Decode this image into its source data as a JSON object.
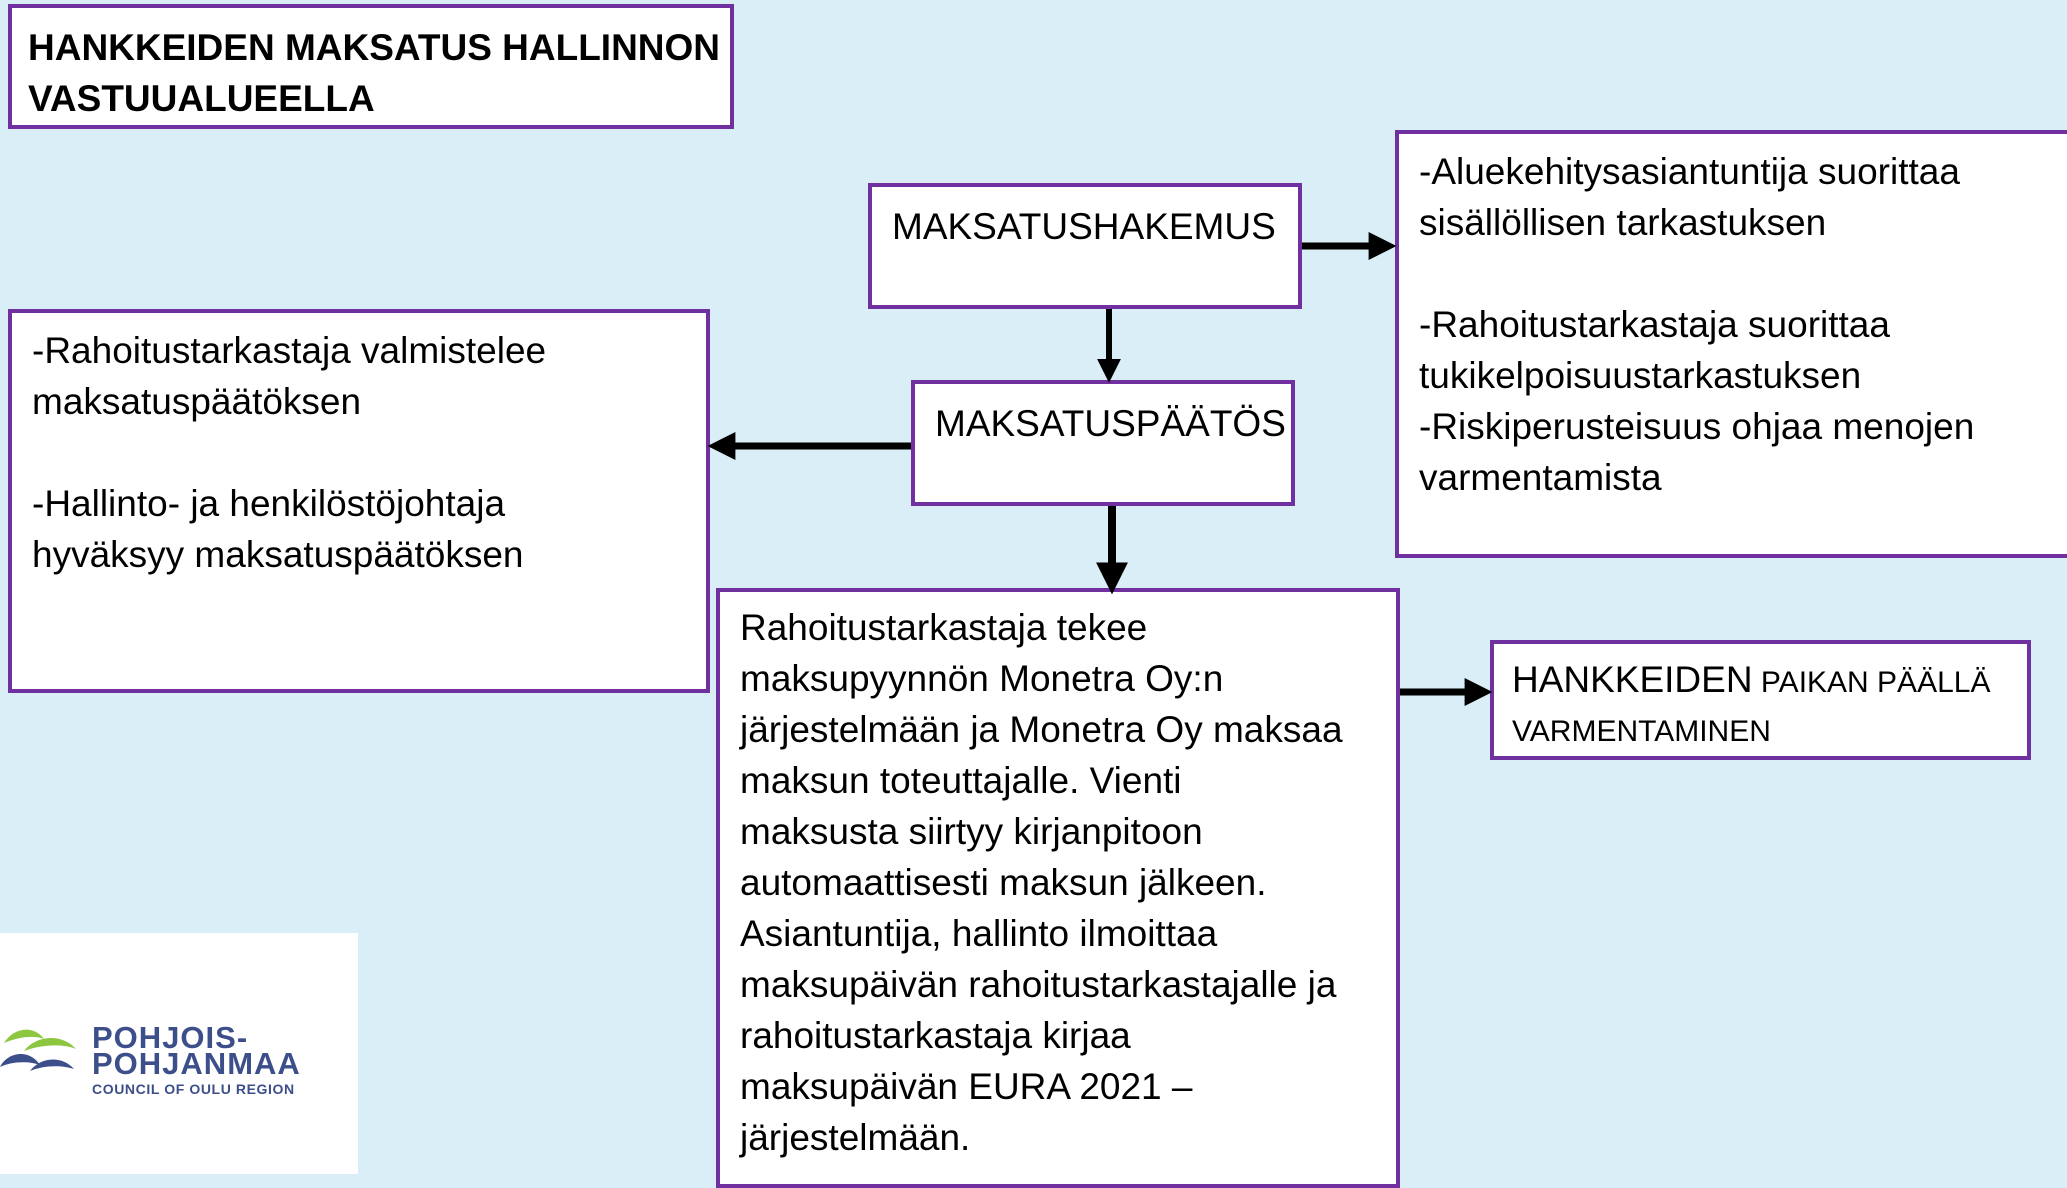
{
  "title": {
    "line1": "HANKKEIDEN MAKSATUS HALLINNON",
    "line2": "VASTUUALUEELLA"
  },
  "maksatushakemus": {
    "label": "MAKSATUSHAKEMUS"
  },
  "maksatuspaatos": {
    "label": "MAKSATUSPÄÄTÖS"
  },
  "left_box": {
    "text": "-Rahoitustarkastaja valmistelee\nmaksatuspäätöksen\n\n-Hallinto- ja henkilöstöjohtaja\nhyväksyy maksatuspäätöksen"
  },
  "right_box": {
    "text": "-Aluekehitysasiantuntija suorittaa\nsisällöllisen tarkastuksen\n\n-Rahoitustarkastaja suorittaa\n tukikelpoisuustarkastuksen\n-Riskiperusteisuus ohjaa menojen\nvarmentamista"
  },
  "bottom_box": {
    "text": "Rahoitustarkastaja tekee\nmaksupyynnön Monetra Oy:n\njärjestelmään ja Monetra Oy maksaa\nmaksun toteuttajalle. Vienti\nmaksusta siirtyy kirjanpitoon\nautomaattisesti maksun jälkeen.\nAsiantuntija, hallinto ilmoittaa\nmaksupäivän rahoitustarkastajalle  ja\nrahoitustarkastaja kirjaa\nmaksupäivän EURA 2021 –\njärjestelmään."
  },
  "onsite_box": {
    "word1": "HANKKEIDEN",
    "rest1": " PAIKAN PÄÄLLÄ",
    "line2": "VARMENTAMINEN"
  },
  "logo": {
    "line1": "POHJOIS-",
    "line2": "POHJANMAA",
    "line3": "COUNCIL OF OULU REGION"
  },
  "colors": {
    "background": "#d9eef6",
    "border": "#7030a0",
    "logo_text": "#3d4f8a",
    "logo_green": "#8dc63f",
    "logo_blue": "#3d4f8a"
  }
}
